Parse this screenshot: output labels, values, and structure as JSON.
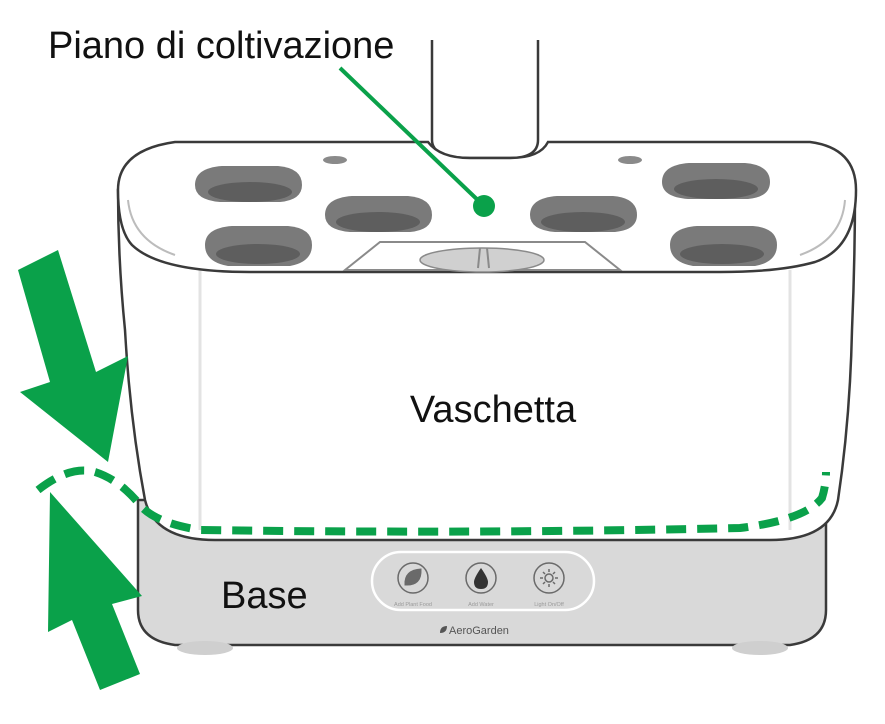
{
  "labels": {
    "grow_deck": "Piano di coltivazione",
    "bowl": "Vaschetta",
    "base": "Base"
  },
  "control_panel": {
    "buttons": [
      {
        "icon": "leaf-icon",
        "label": "Add Plant Food"
      },
      {
        "icon": "water-drop-icon",
        "label": "Add Water"
      },
      {
        "icon": "sun-icon",
        "label": "Light On/Off"
      }
    ],
    "brand": "AeroGarden"
  },
  "colors": {
    "annotation_green": "#0aa14a",
    "base_gray": "#d9d9d9",
    "outline": "#3a3a3a",
    "pod_gray": "#7a7a7a"
  }
}
